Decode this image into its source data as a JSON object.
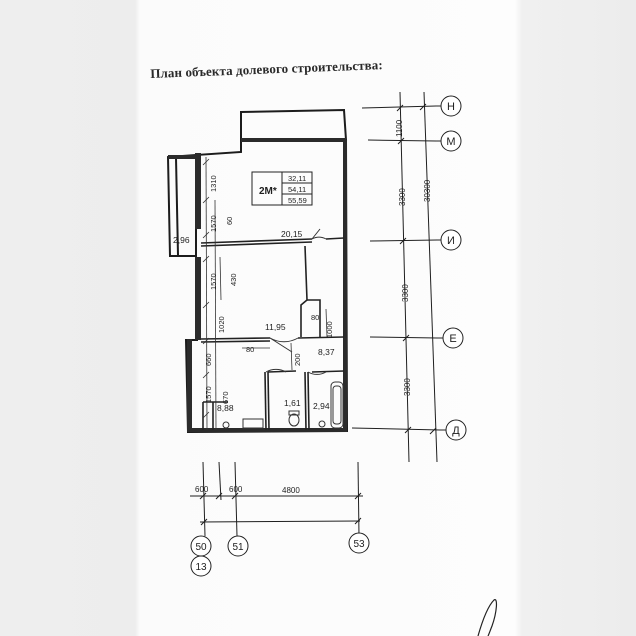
{
  "title": "План объекта долевого строительства:",
  "apartment": {
    "type_label": "2М*",
    "areas": [
      "32,11",
      "54,11",
      "55,59"
    ]
  },
  "rooms": {
    "room_large": "20,15",
    "room_small": "11,95",
    "balcony": "2,96",
    "kitchen": "8,37",
    "hall": "8,88",
    "wc": "1,61",
    "bath": "2,94"
  },
  "dimensions": {
    "left": [
      "1310",
      "1570",
      "60",
      "1570",
      "430",
      "1020",
      "660",
      "1570",
      "670"
    ],
    "inner": [
      "80",
      "1000",
      "80",
      "200"
    ],
    "right": [
      "1100",
      "3300",
      "3300",
      "3300",
      "30300"
    ],
    "bottom": [
      "600",
      "600",
      "4800"
    ]
  },
  "axes": {
    "right": [
      "Н",
      "М",
      "И",
      "Е",
      "Д"
    ],
    "bottom": [
      "50",
      "51",
      "53",
      "13"
    ]
  }
}
